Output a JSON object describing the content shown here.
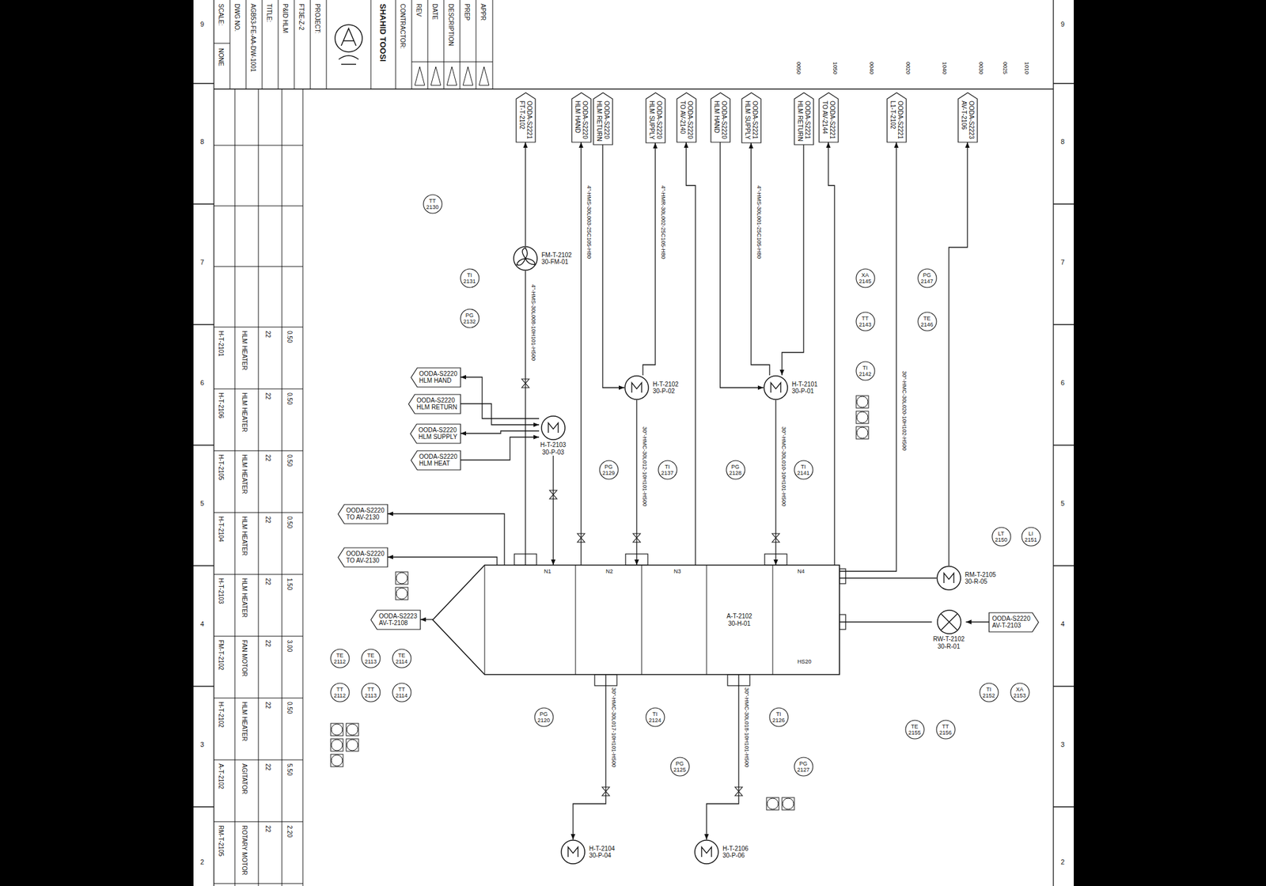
{
  "diagram": {
    "nodes": [
      {
        "text": [
          "A-T-2102",
          "30-H-01"
        ]
      },
      {
        "text": [
          "H-T-2101",
          "30-P-01"
        ]
      },
      {
        "text": [
          "H-T-2102",
          "30-P-02"
        ]
      },
      {
        "text": [
          "H-T-2103",
          "30-P-03"
        ]
      },
      {
        "text": [
          "H-T-2104",
          "30-P-04"
        ]
      },
      {
        "text": [
          "H-T-2106",
          "30-P-06"
        ]
      },
      {
        "text": [
          "FM-T-2102",
          "30-FM-01"
        ]
      },
      {
        "text": [
          "RW-T-2102",
          "30-R-01"
        ]
      },
      {
        "text": [
          "RM-T-2105",
          "30-R-05"
        ]
      },
      {
        "text": [
          "OODA-S2221",
          "FT-T-2102"
        ]
      },
      {
        "text": [
          "OODA-S2220",
          "HLM HAND"
        ]
      },
      {
        "text": [
          "OODA-S2220",
          "HLM RETURN"
        ]
      },
      {
        "text": [
          "OODA-S2220",
          "HLM SUPPLY"
        ]
      },
      {
        "text": [
          "OODA-S2220",
          "TO AV-2140"
        ]
      },
      {
        "text": [
          "OODA-S2220",
          "HLM HAND"
        ]
      },
      {
        "text": [
          "OODA-S2221",
          "HLM SUPPLY"
        ]
      },
      {
        "text": [
          "OODA-S2221",
          "HLM RETURN"
        ]
      },
      {
        "text": [
          "OODA-S2221",
          "TO AV-2144"
        ]
      },
      {
        "text": [
          "OODA-S2221",
          "L1-T-2102"
        ]
      },
      {
        "text": [
          "OODA-S2223",
          "AV-T-2106"
        ]
      },
      {
        "text": [
          "OODA-S2220",
          "HLM HAND"
        ]
      },
      {
        "text": [
          "OODA-S2220",
          "HLM RETURN"
        ]
      },
      {
        "text": [
          "OODA-S2220",
          "HLM SUPPLY"
        ]
      },
      {
        "text": [
          "OODA-S2220",
          "HLM HEAT"
        ]
      },
      {
        "text": [
          "OODA-S2220",
          "TO AV-2130"
        ]
      },
      {
        "text": [
          "OODA-S2220",
          "TO AV-2130"
        ]
      },
      {
        "text": [
          "OODA-S2223",
          "AV-T-2108"
        ]
      },
      {
        "text": [
          "OODA-S2220",
          "AV-T-2103"
        ]
      },
      {
        "text": [
          "TI",
          "2131"
        ]
      },
      {
        "text": [
          "PG",
          "2132"
        ]
      },
      {
        "text": [
          "TT",
          "2130"
        ]
      },
      {
        "text": [
          "PG",
          "2129"
        ]
      },
      {
        "text": [
          "TI",
          "2137"
        ]
      },
      {
        "text": [
          "PG",
          "2128"
        ]
      },
      {
        "text": [
          "TI",
          "2141"
        ]
      },
      {
        "text": [
          "XA",
          "2145"
        ]
      },
      {
        "text": [
          "TT",
          "2143"
        ]
      },
      {
        "text": [
          "TI",
          "2142"
        ]
      },
      {
        "text": [
          "PG",
          "2147"
        ]
      },
      {
        "text": [
          "TE",
          "2146"
        ]
      },
      {
        "text": [
          "LT",
          "2150"
        ]
      },
      {
        "text": [
          "LI",
          "2151"
        ]
      },
      {
        "text": [
          "TI",
          "2152"
        ]
      },
      {
        "text": [
          "XA",
          "2153"
        ]
      },
      {
        "text": [
          "TE",
          "2155"
        ]
      },
      {
        "text": [
          "TT",
          "2156"
        ]
      },
      {
        "text": [
          "PG",
          "2120"
        ]
      },
      {
        "text": [
          "TI",
          "2124"
        ]
      },
      {
        "text": [
          "PG",
          "2125"
        ]
      },
      {
        "text": [
          "TI",
          "2126"
        ]
      },
      {
        "text": [
          "PG",
          "2127"
        ]
      },
      {
        "text": [
          "TE",
          "2112"
        ]
      },
      {
        "text": [
          "TE",
          "2113"
        ]
      },
      {
        "text": [
          "TE",
          "2114"
        ]
      },
      {
        "text": [
          "TT",
          "2112"
        ]
      },
      {
        "text": [
          "TT",
          "2113"
        ]
      },
      {
        "text": [
          "TT",
          "2114"
        ]
      }
    ],
    "edges": [
      {
        "from": 1,
        "to": 0,
        "arrow": "to"
      },
      {
        "from": 2,
        "to": 0,
        "arrow": "to"
      },
      {
        "from": 3,
        "to": 0,
        "arrow": "to"
      },
      {
        "from": 0,
        "to": 4,
        "arrow": "to"
      },
      {
        "from": 0,
        "to": 5,
        "arrow": "to"
      },
      {
        "from": 0,
        "to": 6,
        "arrow": "none"
      },
      {
        "from": 8,
        "to": 0,
        "arrow": "none"
      },
      {
        "from": 7,
        "to": 0,
        "arrow": "none"
      },
      {
        "from": 27,
        "to": 7,
        "arrow": "to"
      },
      {
        "from": 6,
        "to": 9,
        "arrow": "to"
      },
      {
        "from": 1,
        "to": 15,
        "arrow": "to"
      },
      {
        "from": 16,
        "to": 1,
        "arrow": "to"
      },
      {
        "from": 14,
        "to": 1,
        "arrow": "to"
      },
      {
        "from": 2,
        "to": 12,
        "arrow": "to"
      },
      {
        "from": 11,
        "to": 2,
        "arrow": "to"
      },
      {
        "from": 0,
        "to": 10,
        "arrow": "to"
      },
      {
        "from": 0,
        "to": 13,
        "arrow": "to"
      },
      {
        "from": 0,
        "to": 17,
        "arrow": "to"
      },
      {
        "from": 0,
        "to": 18,
        "arrow": "to"
      },
      {
        "from": 8,
        "to": 19,
        "arrow": "to"
      },
      {
        "from": 3,
        "to": 20,
        "arrow": "to"
      },
      {
        "from": 21,
        "to": 3,
        "arrow": "to"
      },
      {
        "from": 3,
        "to": 22,
        "arrow": "to"
      },
      {
        "from": 23,
        "to": 3,
        "arrow": "to"
      },
      {
        "from": 0,
        "to": 24,
        "arrow": "to"
      },
      {
        "from": 0,
        "to": 25,
        "arrow": "to"
      },
      {
        "from": 0,
        "to": 26,
        "arrow": "to"
      }
    ],
    "labels": [
      "SCALE:",
      "NONE",
      "DWG NO.",
      "AGB53-FE-AA-DW-1001",
      "TITLE:",
      "P&ID HLM",
      "FT3E-Z-2",
      "PROJECT:",
      "SHAHID TOOSI",
      "CONTRACTOR:",
      "REV",
      "DATE",
      "DESCRIPTION",
      "PREP",
      "APPR",
      "9",
      "8",
      "7",
      "6",
      "5",
      "4",
      "3",
      "2",
      "9",
      "8",
      "7",
      "6",
      "5",
      "4",
      "3",
      "2",
      "0050",
      "1050",
      "0040",
      "0020",
      "1040",
      "0030",
      "0025",
      "1010",
      "H-T-2101",
      "HLM HEATER",
      "22",
      "0.50",
      "H-T-2106",
      "HLM HEATER",
      "22",
      "0.50",
      "H-T-2105",
      "HLM HEATER",
      "22",
      "0.50",
      "H-T-2104",
      "HLM HEATER",
      "22",
      "0.50",
      "H-T-2103",
      "HLM HEATER",
      "22",
      "1.50",
      "FM-T-2102",
      "FAN MOTOR",
      "22",
      "3.00",
      "H-T-2102",
      "HLM HEATER",
      "22",
      "0.50",
      "A-T-2102",
      "AGITATOR",
      "22",
      "5.50",
      "RM-T-2105",
      "ROTARY MOTOR",
      "22",
      "2.20",
      "4\"-HMS-30L008-10H101-H500",
      "4\"-HMS-30L003-25C105-H80",
      "4\"-HMR-30L002-25C105-H80",
      "4\"-HMS-30L001-25C105-H80",
      "30\"-HMC-30L012-10H101-H500",
      "30\"-HMC-30L010-10H101-H500",
      "30\"-HMC-30L020-10H102-H500",
      "30\"-HMC-30L017-10H101-H500",
      "30\"-HMC-30L018-10H101-H500",
      "N1",
      "N2",
      "N3",
      "N4",
      "HS20"
    ]
  }
}
